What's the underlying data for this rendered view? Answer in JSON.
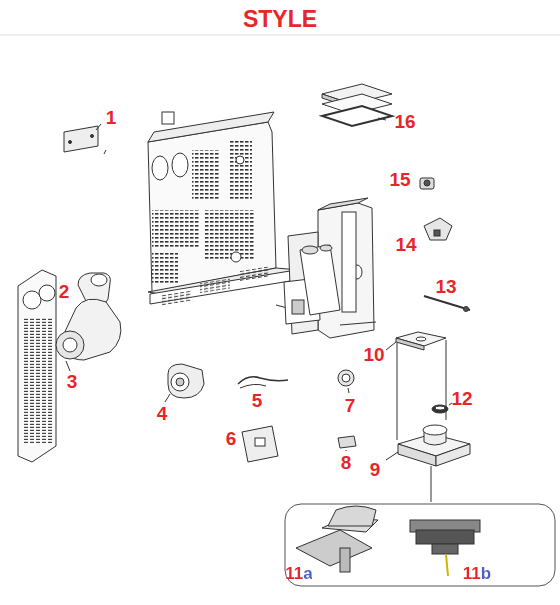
{
  "diagram": {
    "title": "STYLE",
    "labels": [
      "1",
      "16",
      "15",
      "14",
      "13",
      "2",
      "10",
      "3",
      "12",
      "4",
      "5",
      "7",
      "6",
      "8",
      "9",
      "11a",
      "11b"
    ]
  }
}
